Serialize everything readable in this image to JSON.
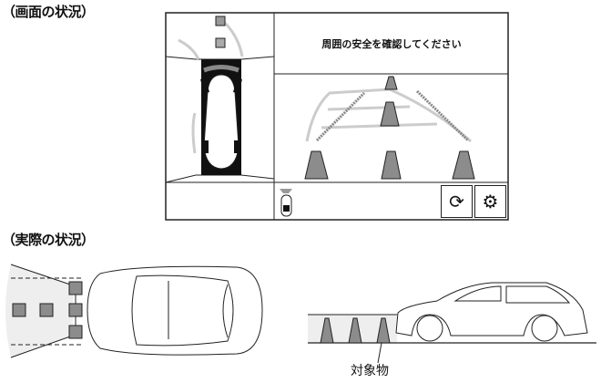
{
  "labels": {
    "screen_section": "（画面の状況）",
    "actual_section": "（実際の状況）",
    "object_label": "対象物"
  },
  "screen": {
    "message": "周囲の安全を確認してください",
    "buttons": [
      {
        "name": "camera-switch",
        "icon": "camera-switch-icon"
      },
      {
        "name": "settings",
        "icon": "gear-icon"
      }
    ]
  },
  "colors": {
    "cone": "#8c8c8c",
    "guide_line": "#d0d0d0",
    "area": "#eeeeee"
  }
}
